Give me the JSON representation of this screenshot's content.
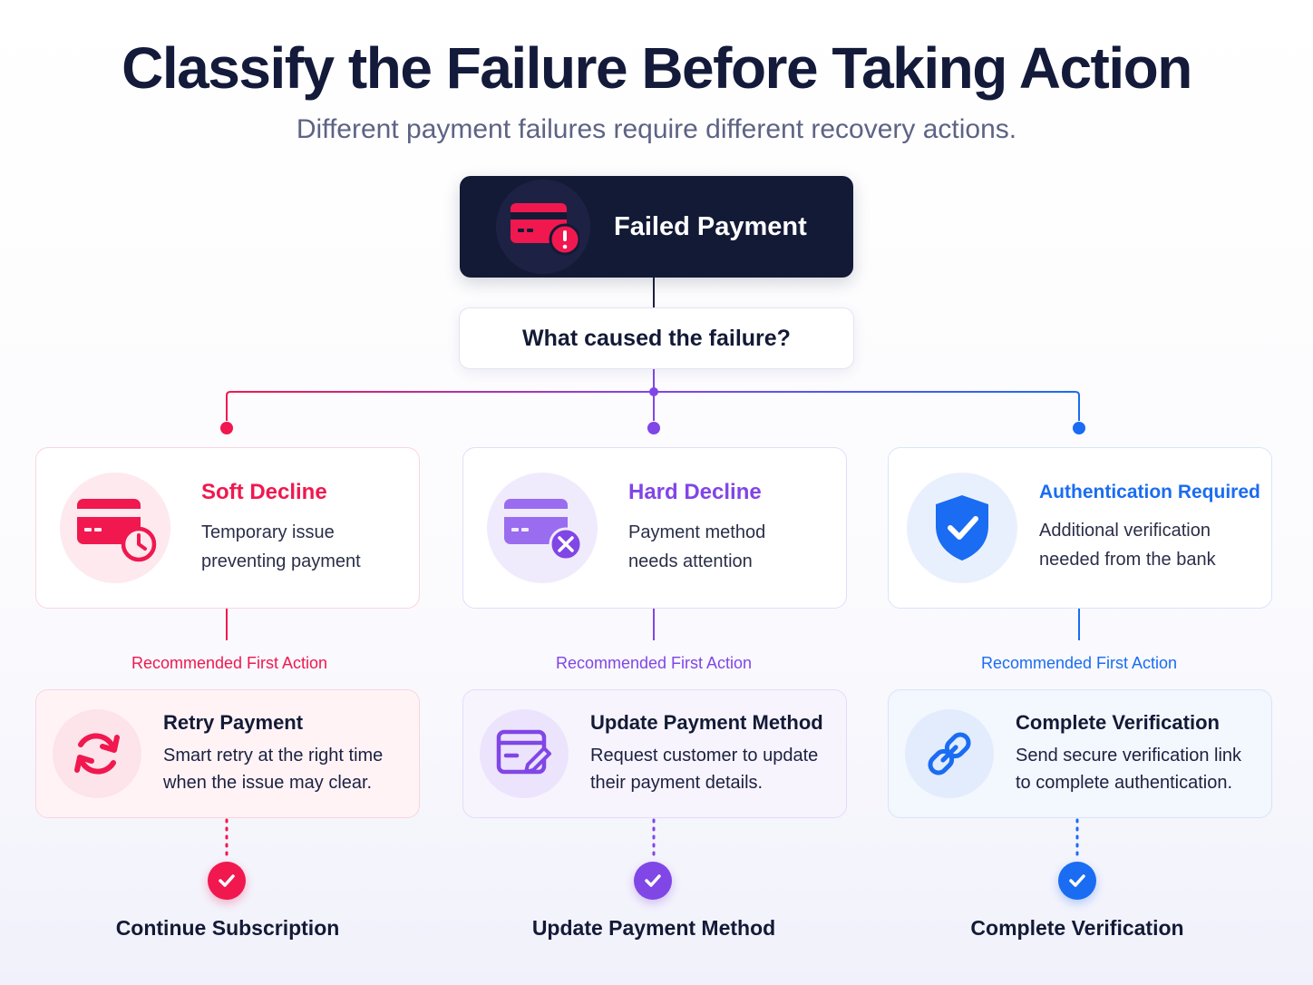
{
  "title": "Classify the Failure Before Taking Action",
  "subtitle": "Different payment failures require different recovery actions.",
  "root": {
    "label": "Failed Payment",
    "icon": "credit-card-alert-icon"
  },
  "question": "What caused the failure?",
  "branches": [
    {
      "name": "Soft Decline",
      "description_line1": "Temporary issue",
      "description_line2": "preventing payment",
      "icon": "credit-card-clock-icon",
      "color": "#f0184f",
      "recommendation_label": "Recommended First Action",
      "action_title": "Retry Payment",
      "action_line1": "Smart retry at the right time",
      "action_line2": "when the issue may clear.",
      "action_icon": "retry-icon",
      "outcome": "Continue Subscription"
    },
    {
      "name": "Hard Decline",
      "description_line1": "Payment method",
      "description_line2": "needs attention",
      "icon": "credit-card-x-icon",
      "color": "#8046e6",
      "recommendation_label": "Recommended First Action",
      "action_title": "Update Payment Method",
      "action_line1": "Request customer to update",
      "action_line2": "their payment details.",
      "action_icon": "edit-card-icon",
      "outcome": "Update Payment Method"
    },
    {
      "name": "Authentication Required",
      "description_line1": "Additional verification",
      "description_line2": "needed from the bank",
      "icon": "shield-check-icon",
      "color": "#1a6cf2",
      "recommendation_label": "Recommended First Action",
      "action_title": "Complete Verification",
      "action_line1": "Send secure verification link",
      "action_line2": "to complete authentication.",
      "action_icon": "link-icon",
      "outcome": "Complete Verification"
    }
  ]
}
